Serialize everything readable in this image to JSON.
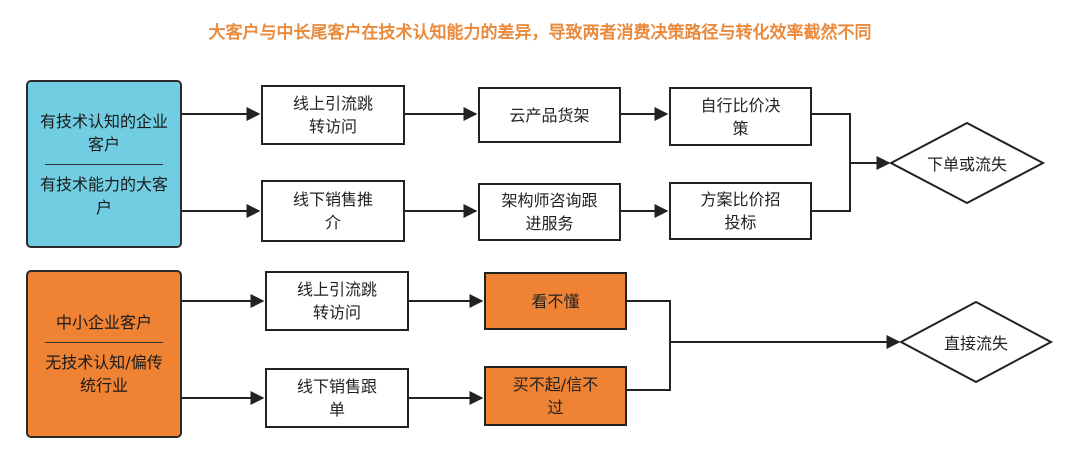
{
  "title": "大客户与中长尾客户在技术认知能力的差异，导致两者消费决策路径与转化效率截然不同",
  "categories": {
    "large": {
      "line1": "有技术认知的企业客户",
      "line2": "有技术能力的大客户"
    },
    "sme": {
      "line1": "中小企业客户",
      "line2": "无技术认知/偏传统行业"
    }
  },
  "nodes": {
    "online_large": "线上引流跳转访问",
    "offline_large": "线下销售推介",
    "cloud_shelf": "云产品货架",
    "architect": "架构师咨询跟进服务",
    "self_compare": "自行比价决策",
    "solution_bid": "方案比价招投标",
    "outcome_large": "下单或流失",
    "online_sme": "线上引流跳转访问",
    "offline_sme": "线下销售跟单",
    "cannot_understand": "看不懂",
    "cannot_afford": "买不起/信不过",
    "outcome_sme": "直接流失"
  },
  "colors": {
    "title": "#E98A3C",
    "large_customer": "#70CDE2",
    "sme_customer": "#EF8233",
    "barrier": "#EF8233",
    "line": "#222222"
  }
}
